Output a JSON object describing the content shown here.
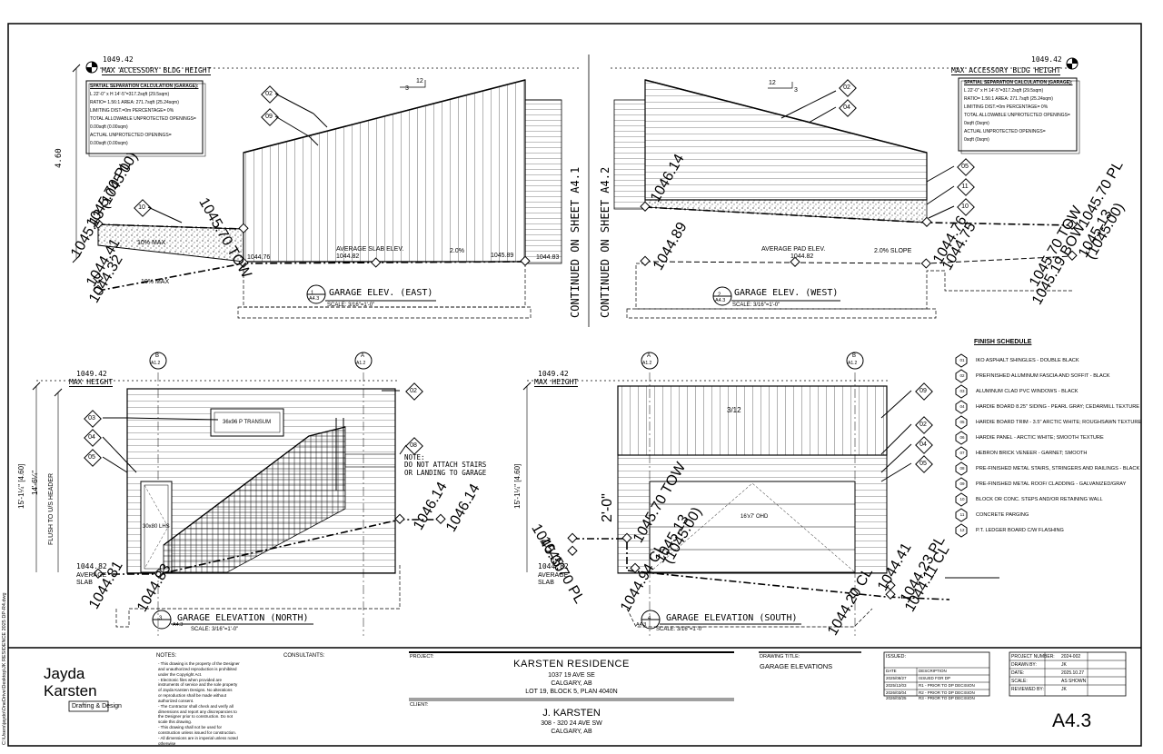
{
  "file_path": "C:\\Users\\jaydo\\OneDrive\\Desktop\\JK RESIDENCE 2025 DP-R4.dwg",
  "views": {
    "east": {
      "num": "1",
      "sheet": "A4.3",
      "title": "GARAGE ELEV. (EAST)",
      "scale": "SCALE: 3/16\"=1'-0\""
    },
    "west": {
      "num": "2",
      "sheet": "A4.3",
      "title": "GARAGE ELEV. (WEST)",
      "scale": "SCALE: 3/16\"=1'-0\""
    },
    "north": {
      "num": "3",
      "sheet": "A4.3",
      "title": "GARAGE ELEVATION (NORTH)",
      "scale": "SCALE: 3/16\"=1'-0\""
    },
    "south": {
      "num": "4",
      "sheet": "A4.3",
      "title": "GARAGE ELEVATION (SOUTH)",
      "scale": "SCALE: 3/16\"=1'-0\""
    }
  },
  "continued": {
    "a41": "CONTINUED ON SHEET A4.1",
    "a42": "CONTINUED ON SHEET A4.2"
  },
  "heights": {
    "max_accessory_val": "1049.42",
    "max_accessory_label": "MAX ACCESSORY BLDG HEIGHT",
    "max_height_label": "MAX HEIGHT",
    "dim_460": "4.60",
    "dim_left1": "15'-1¼\" [4.60]",
    "dim_left2": "14'-6¼\"",
    "flush": "FLUSH TO U/S HEADER"
  },
  "spatial_left": {
    "title": "SPATIAL SEPARATION CALCULATION (GARAGE):",
    "lines": [
      "L 22'-0\" x H 14'-5\"=317.2sqft (29.5sqm)",
      "RATIO= 1.56:1 AREA: 271.7sqft (25.24sqm)",
      "LIMITING DIST.=0m PERCENTAGE= 0%",
      "TOTAL ALLOWABLE UNPROTECTED OPENINGS=",
      "0.00sqft (0.00sqm)",
      "ACTUAL UNPROTECTED OPENINGS=",
      "0.00sqft (0.00sqm)"
    ]
  },
  "spatial_right": {
    "title": "SPATIAL SEPARATION CALCULATION (GARAGE):",
    "lines": [
      "L 22'-0\" x H 14'-5\"=317.2sqft (29.5sqm)",
      "RATIO= 1.56:1 AREA: 271.7sqft (25.24sqm)",
      "LIMITING DIST.=0m PERCENTAGE= 0%",
      "TOTAL ALLOWABLE UNPROTECTED OPENINGS=",
      "0sqft (0sqm)",
      "ACTUAL UNPROTECTED OPENINGS=",
      "0sqft (0sqm)"
    ]
  },
  "east_labels": {
    "pl1": "1045.70 PL",
    "pl2": "1045.70 TOW",
    "pl3": "1045.13 (1045.00)",
    "l1": "1044.41",
    "l2": "1044.32",
    "avg": "AVERAGE SLAB ELEV.",
    "avg_v": "1044.82",
    "v1": "1044.76",
    "v2": "1045.89",
    "v3": "1044.83",
    "slope1": "10% MAX",
    "slope2": "10% MAX",
    "grade": "2.0%",
    "tow": "1045.70 TOW",
    "pitch": "3",
    "pitch2": "12"
  },
  "west_labels": {
    "v1": "1046.14",
    "v2": "1044.89",
    "avg": "AVERAGE PAD ELEV.",
    "avg_v": "1044.82",
    "slope": "2.0% SLOPE",
    "v3": "1044.76",
    "v4": "1044.75",
    "tow": "1045.70 TOW",
    "bow": "1045.19 BOW",
    "pl": "1045.70 PL",
    "r1": "1045.13",
    "r2": "(1045.00)",
    "pitch": "12",
    "pitch2": "3"
  },
  "north_labels": {
    "transom": "36x96 P TRANSUM",
    "door": "30x80 LHS",
    "note": "NOTE:",
    "note2": "DO NOT ATTACH STAIRS",
    "note3": "OR LANDING TO GARAGE",
    "avg": "1044.82",
    "avg2": "AVERAGE",
    "avg3": "SLAB",
    "v1": "1044.81",
    "v2": "1044.83",
    "v3": "1046.14",
    "v4": "1046.14"
  },
  "south_labels": {
    "pitch": "3/12",
    "ohd": "16'x7' OHD",
    "avg": "1044.82",
    "avg2": "AVERAGE",
    "avg3": "SLAB",
    "pl": "1045.70 PL",
    "v1": "1045.30",
    "dim": "2'-0\"",
    "tow": "1045.70 TOW",
    "v2": "1045.13",
    "v3": "(1045.00)",
    "cl1": "1044.94 CL",
    "cl2": "1044.20 CL",
    "cl3": "1044.41",
    "pl2": "1044.23 PL",
    "cl4": "1044.11 CL"
  },
  "grid": {
    "b": "B",
    "a": "A",
    "ref": "A1.2"
  },
  "finish_schedule": {
    "title": "FINISH SCHEDULE",
    "items": [
      {
        "num": "01",
        "text": "IKO ASPHALT SHINGLES - DOUBLE BLACK"
      },
      {
        "num": "02",
        "text": "PREFINISHED ALUMINUM FASCIA AND SOFFIT - BLACK"
      },
      {
        "num": "03",
        "text": "ALUMINUM CLAD PVC WINDOWS - BLACK"
      },
      {
        "num": "04",
        "text": "HARDIE BOARD 8.25\" SIDING - PEARL GRAY; CEDARMILL TEXTURE"
      },
      {
        "num": "05",
        "text": "HARDIE BOARD TRIM - 3.5\" ARCTIC WHITE; ROUGHSAWN TEXTURE"
      },
      {
        "num": "06",
        "text": "HARDIE PANEL - ARCTIC WHITE; SMOOTH TEXTURE"
      },
      {
        "num": "07",
        "text": "HEBRON BRICK VENEER - GARNET; SMOOTH"
      },
      {
        "num": "08",
        "text": "PRE-FINISHED METAL STAIRS, STRINGERS AND RAILINGS - BLACK"
      },
      {
        "num": "09",
        "text": "PRE-FINISHED METAL ROOF/ CLADDING - GALVANIZED/GRAY"
      },
      {
        "num": "10",
        "text": "BLOCK OR CONC. STEPS AND/OR RETAINING WALL"
      },
      {
        "num": "11",
        "text": "CONCRETE PARGING"
      },
      {
        "num": "12",
        "text": "P.T. LEDGER BOARD C/W FLASHING"
      }
    ]
  },
  "callouts": {
    "c02": "02",
    "c03": "03",
    "c04": "04",
    "c05": "05",
    "c08": "08",
    "c09": "09",
    "c10": "10",
    "c11": "11"
  },
  "title_block": {
    "company1": "Jayda",
    "company2": "Karsten",
    "company3": "Drafting & Design",
    "notes_label": "NOTES:",
    "notes": [
      "- This drawing is the property of the Designer",
      "  and unauthorized reproduction is prohibited",
      "  under the Copyright Act.",
      "- Electronic files when provided are",
      "  instruments of service and the sole property",
      "  of Jayda Karsten Designs. No alterations",
      "  or reproduction shall be made without",
      "  authorized consent.",
      "- The Contractor shall check and verify all",
      "  dimensions and report any discrepancies to",
      "  the Designer prior to construction. Do not",
      "  scale this drawing.",
      "- This drawing shall not be used for",
      "  construction unless issued for construction.",
      "- All dimensions are in imperial unless noted",
      "  otherwise"
    ],
    "consultants_label": "CONSULTANTS:",
    "project_label": "PROJECT:",
    "project_name": "KARSTEN RESIDENCE",
    "project_lines": [
      "1037 19 AVE SE",
      "CALGARY, AB",
      "LOT 19, BLOCK 5, PLAN 4040N"
    ],
    "client_label": "CLIENT:",
    "client_name": "J. KARSTEN",
    "client_lines": [
      "308 - 320 24 AVE SW",
      "CALGARY, AB"
    ],
    "drawing_title_label": "DRAWING TITLE:",
    "drawing_title": "GARAGE ELEVATIONS",
    "issued_label": "ISSUED:",
    "issued_headers": [
      "DATE",
      "DESCRIPTION"
    ],
    "issued_rows": [
      [
        "2025/08/27",
        "ISSUED FOR DP"
      ],
      [
        "2025/12/03",
        "R1 - PRIOR TO DP DECISION"
      ],
      [
        "2026/03/04",
        "R2 - PRIOR TO DP DECISION"
      ],
      [
        "2026/03/25",
        "R3 - PRIOR TO DP DECISION"
      ]
    ],
    "info": [
      [
        "PROJECT NUMBER:",
        "2024-002"
      ],
      [
        "DRAWN BY:",
        "JK"
      ],
      [
        "DATE:",
        "2025.10.27"
      ],
      [
        "SCALE:",
        "AS SHOWN"
      ],
      [
        "REVIEWED BY:",
        "JK"
      ]
    ],
    "sheet_number": "A4.3"
  }
}
